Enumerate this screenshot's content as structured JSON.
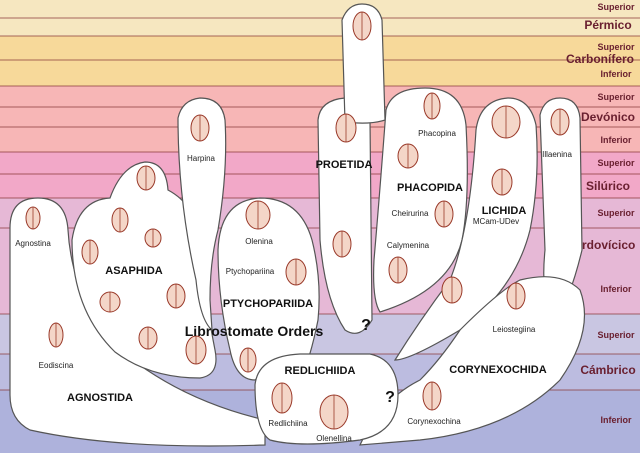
{
  "periods": [
    {
      "name": "Pérmico",
      "epochs": [
        "Superior"
      ]
    },
    {
      "name": "Carbonífero",
      "epochs": [
        "Superior",
        "Inferior"
      ]
    },
    {
      "name": "Devónico",
      "epochs": [
        "Superior",
        "Inferior"
      ]
    },
    {
      "name": "Silúrico",
      "epochs": [
        "Superior"
      ]
    },
    {
      "name": "Ordovícico",
      "epochs": [
        "Superior",
        "Inferior"
      ]
    },
    {
      "name": "Cámbrico",
      "epochs": [
        "Superior",
        "Inferior"
      ]
    }
  ],
  "orders": {
    "agnostida": "AGNOSTIDA",
    "asaphida": "ASAPHIDA",
    "ptychopariida": "PTYCHOPARIIDA",
    "proetida": "PROETIDA",
    "phacopida": "PHACOPIDA",
    "lichida": "LICHIDA",
    "redlichiida": "REDLICHIIDA",
    "corynexochida": "CORYNEXOCHIDA"
  },
  "subgroups": {
    "agnostina": "Agnostina",
    "eodiscina": "Eodiscina",
    "harpina": "Harpina",
    "olenina": "Olenina",
    "ptychopariina": "Ptychopariina",
    "phacopina": "Phacopina",
    "cheirurina": "Cheirurina",
    "calymenina": "Calymenina",
    "illaenina": "Illaenina",
    "lichida_note": "MCam-UDev",
    "leiostegiina": "Leiostegiina",
    "redlichiina": "Redlichiina",
    "olenellina": "Olenellina",
    "corynexochina": "Corynexochina"
  },
  "librostomate": "Librostomate Orders",
  "question_mark": "?",
  "colors": {
    "permian": "#f6e7c0",
    "carboniferous": "#f7d99a",
    "devonian": "#f7b6b6",
    "silurian": "#f2a8c8",
    "ordovician": "#e6b8d6",
    "cambrian_sup": "#c9c6e2",
    "cambrian_mid": "#bcbce0",
    "cambrian_inf": "#aeb2dc"
  }
}
